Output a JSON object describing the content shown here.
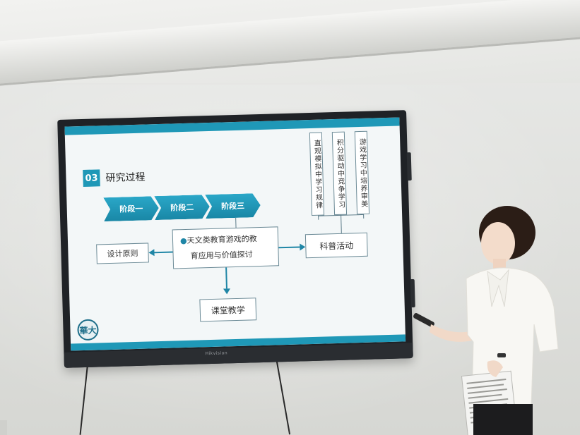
{
  "slide": {
    "number": "03",
    "title": "研究过程",
    "stages": [
      "阶段一",
      "阶段二",
      "阶段三"
    ],
    "center_line1": "天文类教育游戏的教",
    "center_line2": "育应用与价值探讨",
    "left_box": "设计原则",
    "right_box": "科普活动",
    "bottom_box": "课堂教学",
    "columns": [
      "直观模拟中学习规律",
      "积分驱动中竞争学习",
      "游戏学习中培养审美"
    ],
    "logo_text": "華大"
  },
  "monitor": {
    "brand": "Hikvision"
  },
  "colors": {
    "accent": "#1f98b7",
    "box_border": "#6b8a96",
    "wall": "#e2e3e0"
  }
}
